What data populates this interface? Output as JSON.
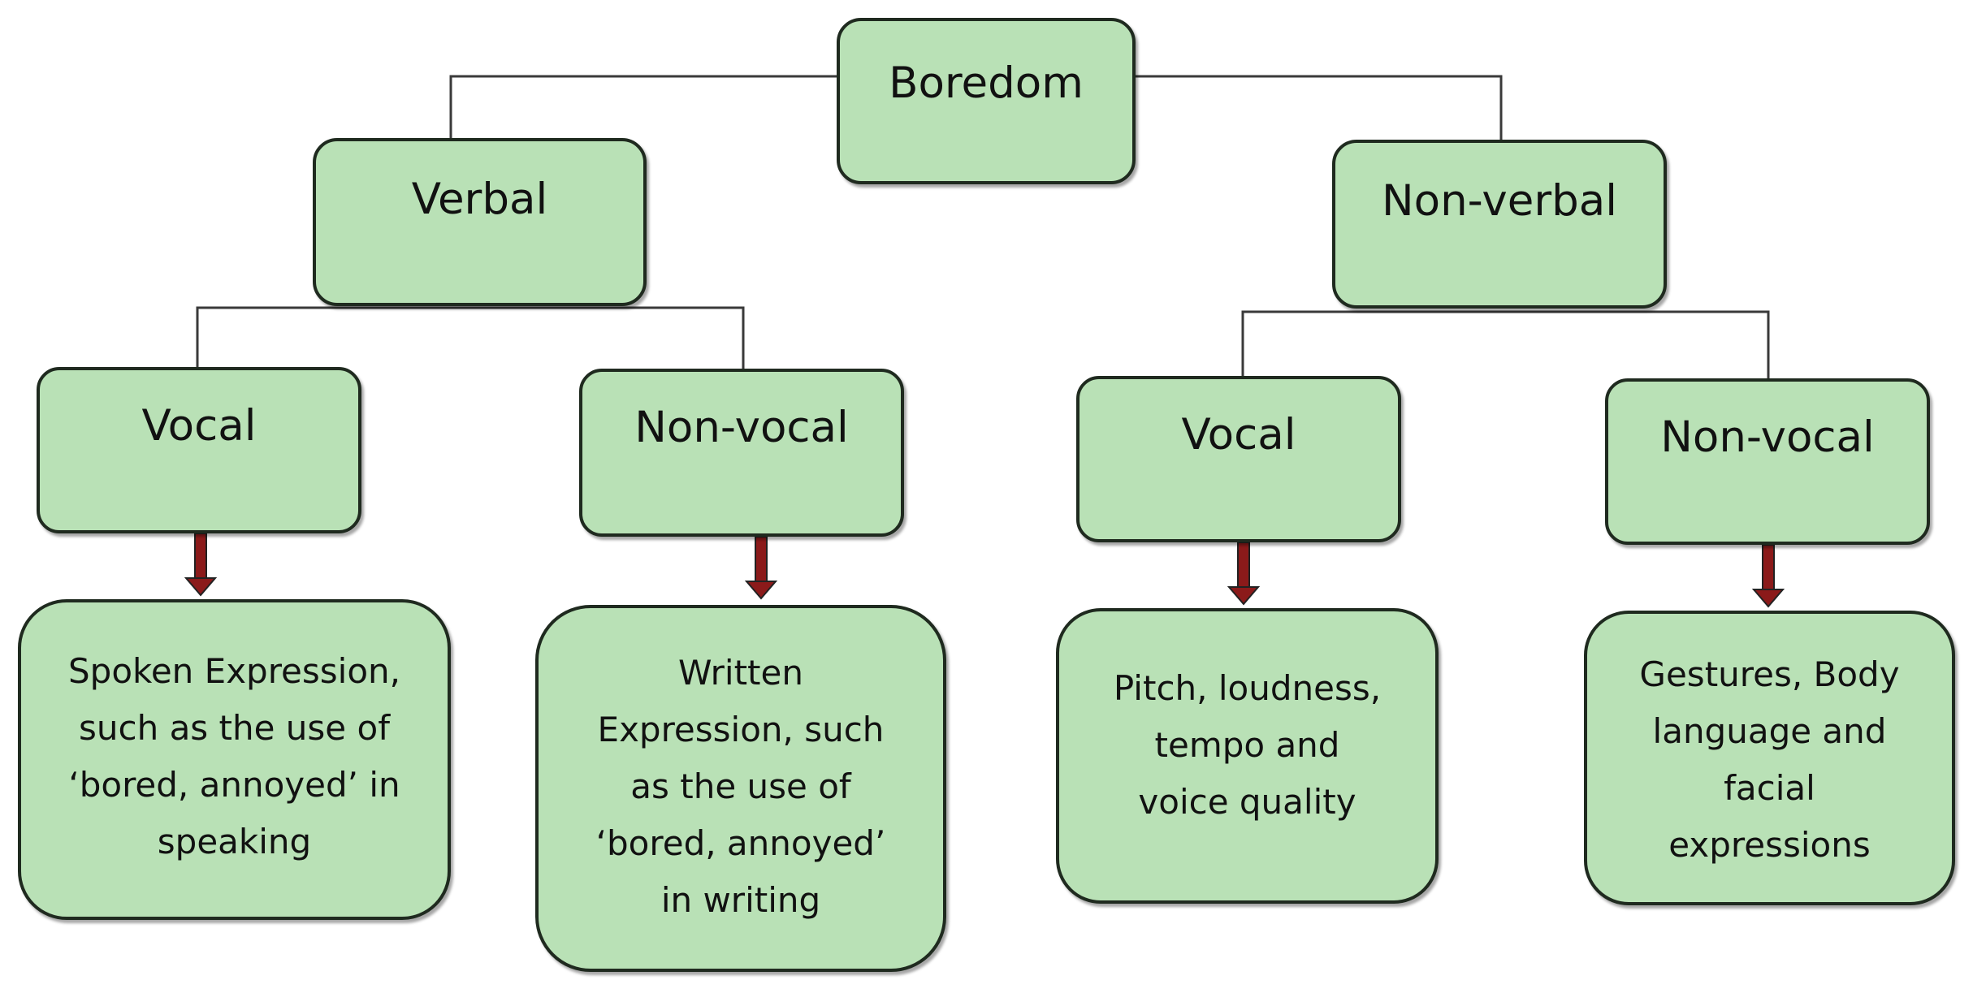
{
  "diagram": {
    "root": {
      "label": "Boredom"
    },
    "branches": [
      {
        "label": "Verbal",
        "children": [
          {
            "label": "Vocal",
            "description": "Spoken Expression,\nsuch as the use of\n‘bored, annoyed’ in\nspeaking"
          },
          {
            "label": "Non-vocal",
            "description": "Written\nExpression, such\nas the use of\n‘bored, annoyed’\nin writing"
          }
        ]
      },
      {
        "label": "Non-verbal",
        "children": [
          {
            "label": "Vocal",
            "description": "Pitch, loudness,\ntempo and\nvoice quality"
          },
          {
            "label": "Non-vocal",
            "description": "Gestures, Body\nlanguage and\nfacial\nexpressions"
          }
        ]
      }
    ],
    "colors": {
      "box_fill": "#b9e1b6",
      "box_border": "#1f2a1f",
      "connector_line": "#3a3a3a",
      "arrow": "#8b1a1a"
    }
  }
}
